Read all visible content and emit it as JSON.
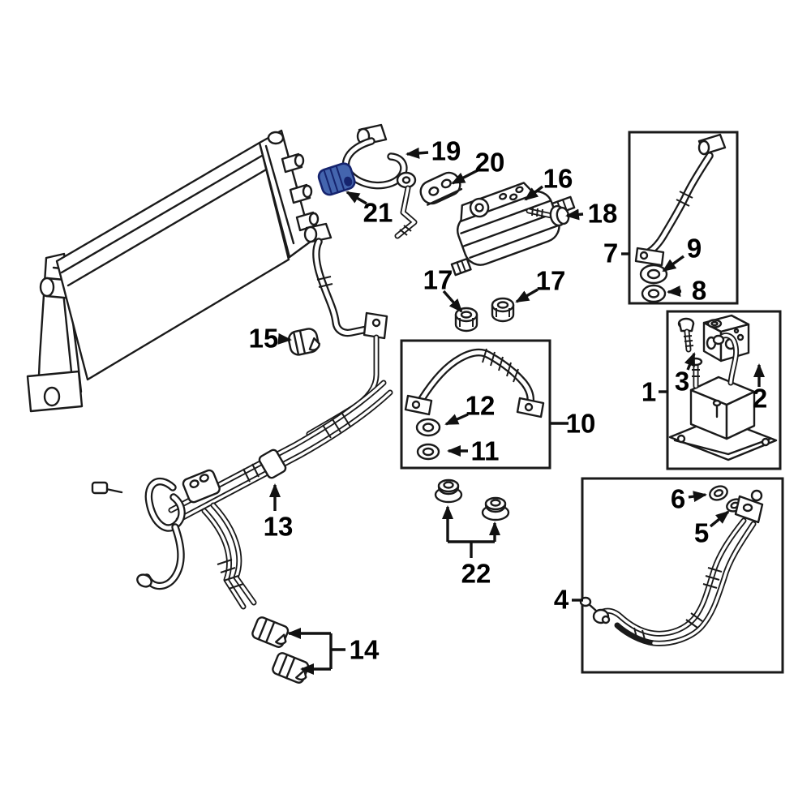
{
  "diagram_type": "parts-callout-diagram",
  "background_color": "#ffffff",
  "line_color": "#1a1a1a",
  "part_labels": {
    "1": "1",
    "2": "2",
    "3": "3",
    "4": "4",
    "5": "5",
    "6": "6",
    "7": "7",
    "8": "8",
    "9": "9",
    "10": "10",
    "11": "11",
    "12": "12",
    "13": "13",
    "14": "14",
    "15": "15",
    "16": "16",
    "17": "17",
    "18": "18",
    "19": "19",
    "20": "20",
    "21": "21",
    "22": "22"
  },
  "highlighted_part": {
    "number": "21",
    "fill_color": "#4465ae",
    "outline_color": "#16246e"
  }
}
